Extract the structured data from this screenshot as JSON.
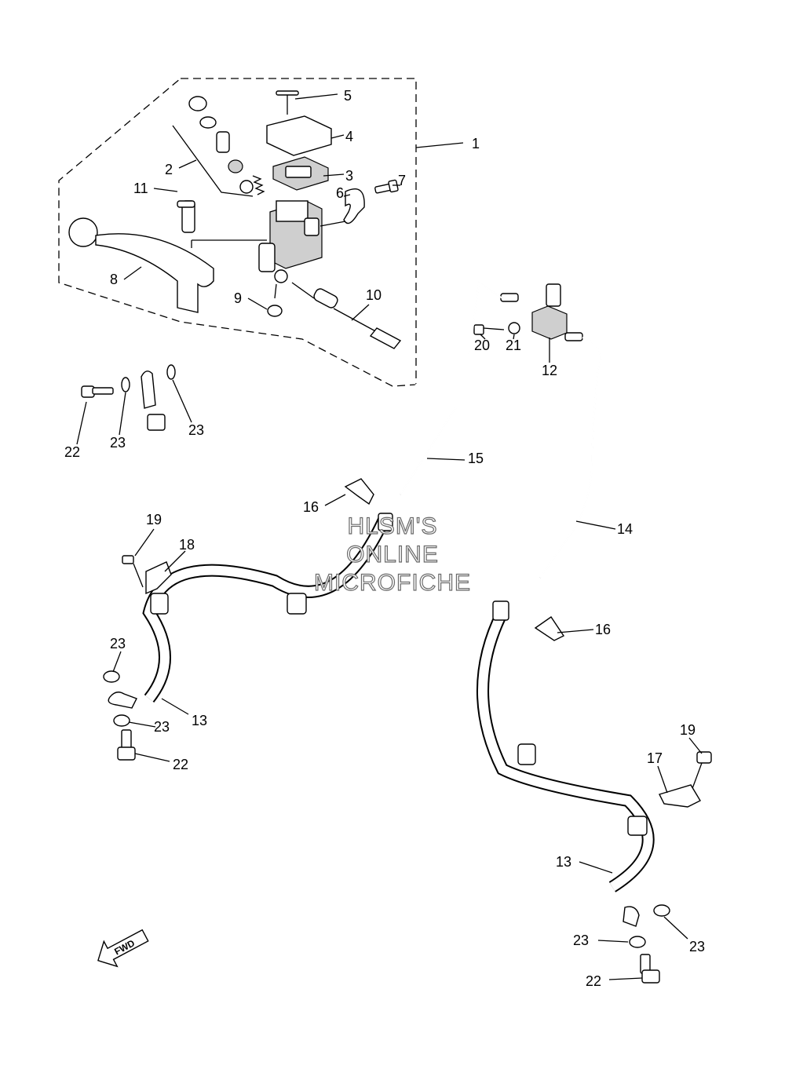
{
  "diagram": {
    "callouts": [
      "1",
      "2",
      "3",
      "4",
      "5",
      "6",
      "7",
      "8",
      "9",
      "10",
      "11",
      "12",
      "13",
      "13",
      "14",
      "15",
      "16",
      "16",
      "17",
      "18",
      "19",
      "19",
      "20",
      "21",
      "22",
      "22",
      "22",
      "23",
      "23",
      "23",
      "23",
      "23",
      "23",
      "23"
    ],
    "watermark": [
      "HLSM'S",
      "ONLINE",
      "MICROFICHE"
    ],
    "direction_label": "FWD"
  }
}
